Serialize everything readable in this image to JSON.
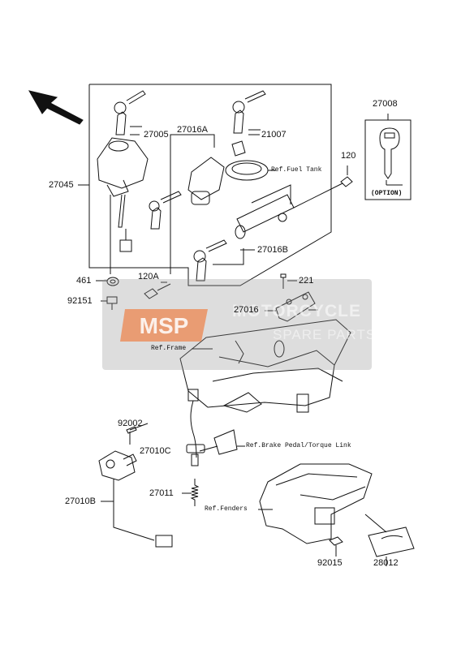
{
  "labels": {
    "p27045": "27045",
    "p27005": "27005",
    "p27016A": "27016A",
    "p21007": "21007",
    "p27008": "27008",
    "p120": "120",
    "p27016B": "27016B",
    "p461": "461",
    "p120A": "120A",
    "p221": "221",
    "p92151": "92151",
    "p27016": "27016",
    "p92002": "92002",
    "p27010C": "27010C",
    "p27011": "27011",
    "p27010B": "27010B",
    "p92015": "92015",
    "p28012": "28012"
  },
  "refs": {
    "fuel_tank": "Ref.Fuel Tank",
    "frame": "Ref.Frame",
    "brake": "Ref.Brake Pedal/Torque Link",
    "fenders": "Ref.Fenders",
    "option": "(OPTION)"
  },
  "watermark": {
    "logo": "MSP",
    "main": "MOTORCYCLE",
    "sub": "SPARE PARTS",
    "logo_color": "#f07a3a"
  }
}
